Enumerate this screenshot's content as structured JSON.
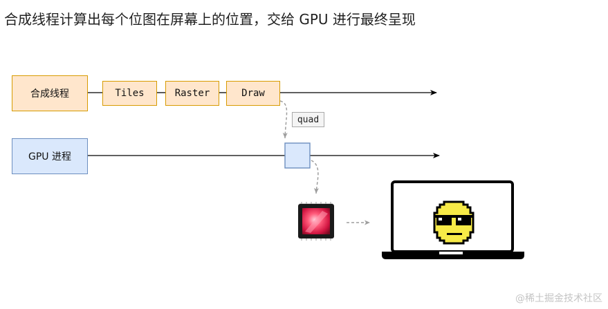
{
  "title": "合成线程计算出每个位图在屏幕上的位置，交给 GPU 进行最终呈现",
  "lanes": {
    "compositor": "合成线程",
    "gpu": "GPU 进程"
  },
  "steps": {
    "tiles": "Tiles",
    "raster": "Raster",
    "draw": "Draw"
  },
  "edge_label": "quad",
  "watermark": "@稀土掘金技术社区",
  "icons": {
    "chip": "gpu-chip-icon",
    "laptop": "laptop-icon",
    "smiley": "pixel-smiley-sunglasses-icon"
  },
  "colors": {
    "orange_fill": "#ffe6cc",
    "orange_stroke": "#d79b00",
    "blue_fill": "#dae8fc",
    "blue_stroke": "#6c8ebf",
    "dashed": "#9e9e9e"
  }
}
